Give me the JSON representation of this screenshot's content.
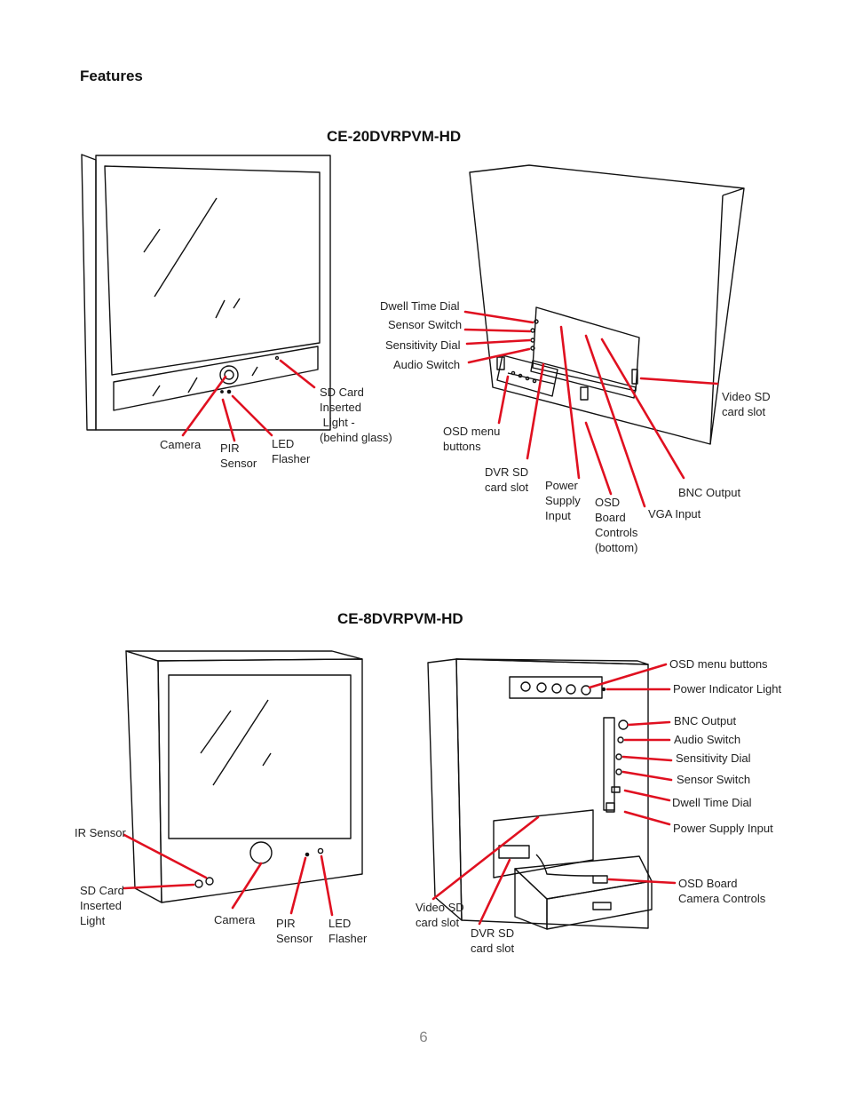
{
  "page": {
    "heading": "Features",
    "page_number": "6"
  },
  "model_20": {
    "title": "CE-20DVRPVM-HD",
    "front_labels": {
      "camera": "Camera",
      "pir": "PIR\nSensor",
      "led": "LED\nFlasher",
      "sd_light": "SD Card\nInserted\n Light -\n(behind glass)"
    },
    "back_labels": {
      "dwell": "Dwell Time Dial",
      "sensor_switch": "Sensor Switch",
      "sensitivity": "Sensitivity Dial",
      "audio": "Audio Switch",
      "osd_menu": "OSD menu\nbuttons",
      "dvr_sd": "DVR SD\ncard slot",
      "power": "Power\nSupply\nInput",
      "osd_board": "OSD\nBoard\nControls\n(bottom)",
      "vga": "VGA Input",
      "bnc": "BNC Output",
      "video_sd": "Video SD\ncard slot"
    }
  },
  "model_8": {
    "title": "CE-8DVRPVM-HD",
    "front_labels": {
      "ir": "IR Sensor",
      "sd_light": "SD Card\nInserted\nLight",
      "camera": "Camera",
      "pir": "PIR\nSensor",
      "led": "LED\nFlasher"
    },
    "back_labels": {
      "osd_menu": "OSD menu buttons",
      "power_indicator": "Power Indicator Light",
      "bnc": "BNC Output",
      "audio": "Audio Switch",
      "sensitivity": "Sensitivity Dial",
      "sensor_switch": "Sensor Switch",
      "dwell": "Dwell Time Dial",
      "power_input": "Power Supply Input",
      "osd_board": "OSD Board\nCamera Controls",
      "video_sd": "Video SD\ncard slot",
      "dvr_sd": "DVR SD\ncard slot"
    }
  },
  "colors": {
    "callout": "#e01020",
    "outline": "#111111"
  }
}
